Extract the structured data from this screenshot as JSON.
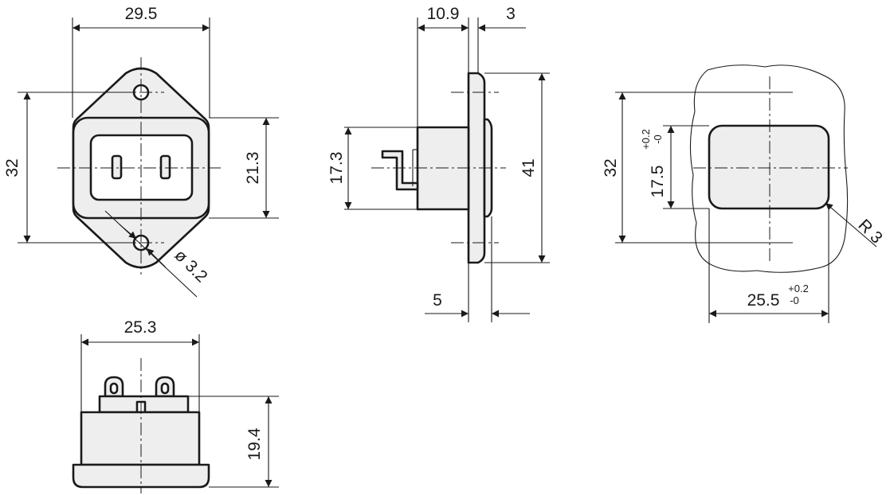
{
  "front_view": {
    "width_label": "29.5",
    "mount_pitch_label": "32",
    "inner_height_label": "21.3",
    "hole_label": "ø 3.2"
  },
  "side_view": {
    "depth_label": "10.9",
    "flange_label": "3",
    "height_label": "17.3",
    "flange_height_label": "41",
    "panel_label": "5"
  },
  "cutout_view": {
    "pitch_label": "32",
    "height_label": "17.5",
    "height_tol_plus": "+0.2",
    "height_tol_minus": "-0",
    "radius_label": "R 3",
    "width_label": "25.5",
    "width_tol_plus": "+0.2",
    "width_tol_minus": "-0"
  },
  "bottom_view": {
    "width_label": "25.3",
    "height_label": "19.4"
  },
  "colors": {
    "line": "#1a1a1a",
    "fill": "#eeeeee",
    "background": "#ffffff"
  }
}
